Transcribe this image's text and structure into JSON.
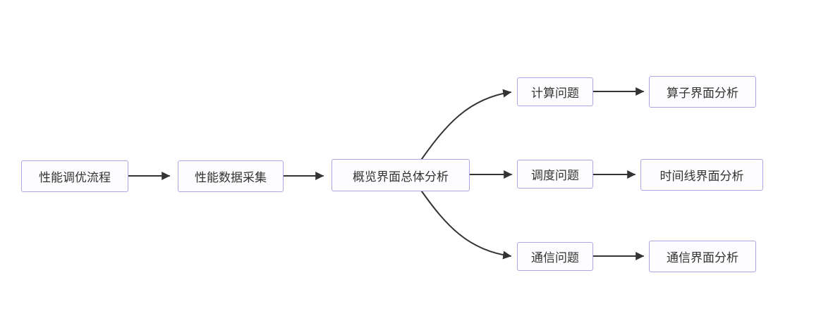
{
  "diagram": {
    "type": "flowchart",
    "direction": "left-to-right",
    "nodes": [
      {
        "id": "start",
        "label": "性能调优流程"
      },
      {
        "id": "collect",
        "label": "性能数据采集"
      },
      {
        "id": "overview",
        "label": "概览界面总体分析"
      },
      {
        "id": "compute-issue",
        "label": "计算问题"
      },
      {
        "id": "schedule-issue",
        "label": "调度问题"
      },
      {
        "id": "comm-issue",
        "label": "通信问题"
      },
      {
        "id": "operator-analysis",
        "label": "算子界面分析"
      },
      {
        "id": "timeline-analysis",
        "label": "时间线界面分析"
      },
      {
        "id": "comm-analysis",
        "label": "通信界面分析"
      }
    ],
    "edges": [
      {
        "from": "性能调优流程",
        "to": "性能数据采集"
      },
      {
        "from": "性能数据采集",
        "to": "概览界面总体分析"
      },
      {
        "from": "概览界面总体分析",
        "to": "计算问题"
      },
      {
        "from": "概览界面总体分析",
        "to": "调度问题"
      },
      {
        "from": "概览界面总体分析",
        "to": "通信问题"
      },
      {
        "from": "计算问题",
        "to": "算子界面分析"
      },
      {
        "from": "调度问题",
        "to": "时间线界面分析"
      },
      {
        "from": "通信问题",
        "to": "通信界面分析"
      }
    ],
    "colors": {
      "node_border": "#b3a3e3",
      "node_fill": "#fdfdff",
      "text": "#333333",
      "arrow": "#333333"
    }
  }
}
